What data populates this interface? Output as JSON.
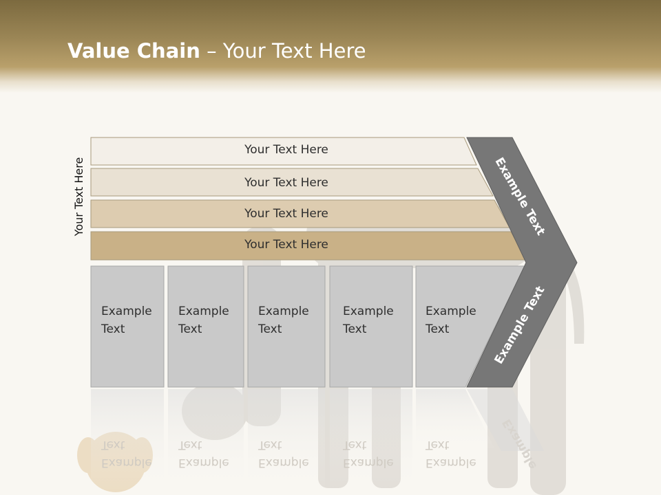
{
  "title": {
    "bold": "Value Chain",
    "rest": " – Your Text Here"
  },
  "side_label": "Your Text Here",
  "rows": [
    {
      "label": "Your Text Here",
      "color": "#f3efe8"
    },
    {
      "label": "Your Text Here",
      "color": "#e9e1d3"
    },
    {
      "label": "Your Text Here",
      "color": "#ddccb0"
    },
    {
      "label": "Your Text Here",
      "color": "#c9b187"
    }
  ],
  "boxes": [
    {
      "label": "Example Text"
    },
    {
      "label": "Example Text"
    },
    {
      "label": "Example Text"
    },
    {
      "label": "Example Text"
    },
    {
      "label": "Example Text"
    }
  ],
  "chevron": {
    "top_label": "Example Text",
    "bottom_label": "Example Text",
    "color": "#777777"
  },
  "reflection": {
    "boxes": [
      "Example Text",
      "Example Text",
      "Example Text",
      "Example Text",
      "Example Text"
    ],
    "chevron": "Example"
  },
  "colors": {
    "header": "#8f7a4b",
    "box_fill": "#c9c9c9",
    "box_stroke": "#a8a8a8"
  }
}
